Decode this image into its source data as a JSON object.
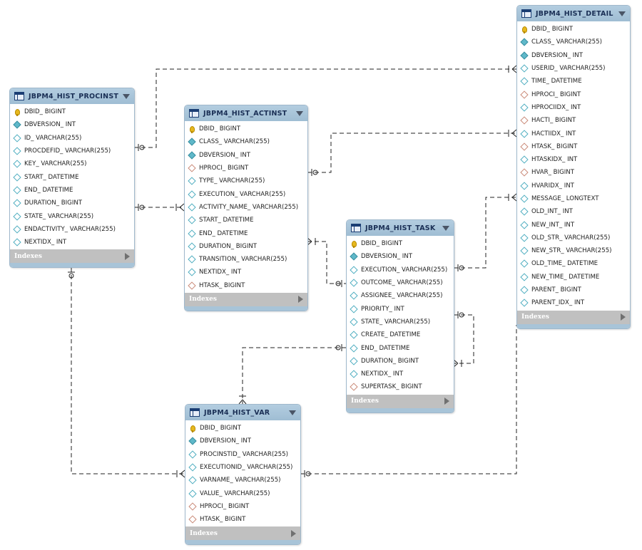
{
  "tables": {
    "procinst": {
      "name": "JBPM4_HIST_PROCINST",
      "indexes_label": "Indexes",
      "columns": [
        {
          "text": "DBID_ BIGINT",
          "icon": "primary-key-icon"
        },
        {
          "text": "DBVERSION_ INT",
          "icon": "not-null-column-icon"
        },
        {
          "text": "ID_ VARCHAR(255)",
          "icon": "nullable-column-icon"
        },
        {
          "text": "PROCDEFID_ VARCHAR(255)",
          "icon": "nullable-column-icon"
        },
        {
          "text": "KEY_ VARCHAR(255)",
          "icon": "nullable-column-icon"
        },
        {
          "text": "START_ DATETIME",
          "icon": "nullable-column-icon"
        },
        {
          "text": "END_ DATETIME",
          "icon": "nullable-column-icon"
        },
        {
          "text": "DURATION_ BIGINT",
          "icon": "nullable-column-icon"
        },
        {
          "text": "STATE_ VARCHAR(255)",
          "icon": "nullable-column-icon"
        },
        {
          "text": "ENDACTIVITY_ VARCHAR(255)",
          "icon": "nullable-column-icon"
        },
        {
          "text": "NEXTIDX_ INT",
          "icon": "nullable-column-icon"
        }
      ]
    },
    "actinst": {
      "name": "JBPM4_HIST_ACTINST",
      "indexes_label": "Indexes",
      "columns": [
        {
          "text": "DBID_ BIGINT",
          "icon": "primary-key-icon"
        },
        {
          "text": "CLASS_ VARCHAR(255)",
          "icon": "not-null-column-icon"
        },
        {
          "text": "DBVERSION_ INT",
          "icon": "not-null-column-icon"
        },
        {
          "text": "HPROCI_ BIGINT",
          "icon": "foreign-key-column-icon"
        },
        {
          "text": "TYPE_ VARCHAR(255)",
          "icon": "nullable-column-icon"
        },
        {
          "text": "EXECUTION_ VARCHAR(255)",
          "icon": "nullable-column-icon"
        },
        {
          "text": "ACTIVITY_NAME_ VARCHAR(255)",
          "icon": "nullable-column-icon"
        },
        {
          "text": "START_ DATETIME",
          "icon": "nullable-column-icon"
        },
        {
          "text": "END_ DATETIME",
          "icon": "nullable-column-icon"
        },
        {
          "text": "DURATION_ BIGINT",
          "icon": "nullable-column-icon"
        },
        {
          "text": "TRANSITION_ VARCHAR(255)",
          "icon": "nullable-column-icon"
        },
        {
          "text": "NEXTIDX_ INT",
          "icon": "nullable-column-icon"
        },
        {
          "text": "HTASK_ BIGINT",
          "icon": "foreign-key-column-icon"
        }
      ]
    },
    "task": {
      "name": "JBPM4_HIST_TASK",
      "indexes_label": "Indexes",
      "columns": [
        {
          "text": "DBID_ BIGINT",
          "icon": "primary-key-icon"
        },
        {
          "text": "DBVERSION_ INT",
          "icon": "not-null-column-icon"
        },
        {
          "text": "EXECUTION_ VARCHAR(255)",
          "icon": "nullable-column-icon"
        },
        {
          "text": "OUTCOME_ VARCHAR(255)",
          "icon": "nullable-column-icon"
        },
        {
          "text": "ASSIGNEE_ VARCHAR(255)",
          "icon": "nullable-column-icon"
        },
        {
          "text": "PRIORITY_ INT",
          "icon": "nullable-column-icon"
        },
        {
          "text": "STATE_ VARCHAR(255)",
          "icon": "nullable-column-icon"
        },
        {
          "text": "CREATE_ DATETIME",
          "icon": "nullable-column-icon"
        },
        {
          "text": "END_ DATETIME",
          "icon": "nullable-column-icon"
        },
        {
          "text": "DURATION_ BIGINT",
          "icon": "nullable-column-icon"
        },
        {
          "text": "NEXTIDX_ INT",
          "icon": "nullable-column-icon"
        },
        {
          "text": "SUPERTASK_ BIGINT",
          "icon": "foreign-key-column-icon"
        }
      ]
    },
    "var": {
      "name": "JBPM4_HIST_VAR",
      "indexes_label": "Indexes",
      "columns": [
        {
          "text": "DBID_ BIGINT",
          "icon": "primary-key-icon"
        },
        {
          "text": "DBVERSION_ INT",
          "icon": "not-null-column-icon"
        },
        {
          "text": "PROCINSTID_ VARCHAR(255)",
          "icon": "nullable-column-icon"
        },
        {
          "text": "EXECUTIONID_ VARCHAR(255)",
          "icon": "nullable-column-icon"
        },
        {
          "text": "VARNAME_ VARCHAR(255)",
          "icon": "nullable-column-icon"
        },
        {
          "text": "VALUE_ VARCHAR(255)",
          "icon": "nullable-column-icon"
        },
        {
          "text": "HPROCI_ BIGINT",
          "icon": "foreign-key-column-icon"
        },
        {
          "text": "HTASK_ BIGINT",
          "icon": "foreign-key-column-icon"
        }
      ]
    },
    "detail": {
      "name": "JBPM4_HIST_DETAIL",
      "indexes_label": "Indexes",
      "columns": [
        {
          "text": "DBID_ BIGINT",
          "icon": "primary-key-icon"
        },
        {
          "text": "CLASS_ VARCHAR(255)",
          "icon": "not-null-column-icon"
        },
        {
          "text": "DBVERSION_ INT",
          "icon": "not-null-column-icon"
        },
        {
          "text": "USERID_ VARCHAR(255)",
          "icon": "nullable-column-icon"
        },
        {
          "text": "TIME_ DATETIME",
          "icon": "nullable-column-icon"
        },
        {
          "text": "HPROCI_ BIGINT",
          "icon": "foreign-key-column-icon"
        },
        {
          "text": "HPROCIIDX_ INT",
          "icon": "nullable-column-icon"
        },
        {
          "text": "HACTI_ BIGINT",
          "icon": "foreign-key-column-icon"
        },
        {
          "text": "HACTIIDX_ INT",
          "icon": "nullable-column-icon"
        },
        {
          "text": "HTASK_ BIGINT",
          "icon": "foreign-key-column-icon"
        },
        {
          "text": "HTASKIDX_ INT",
          "icon": "nullable-column-icon"
        },
        {
          "text": "HVAR_ BIGINT",
          "icon": "foreign-key-column-icon"
        },
        {
          "text": "HVARIDX_ INT",
          "icon": "nullable-column-icon"
        },
        {
          "text": "MESSAGE_ LONGTEXT",
          "icon": "nullable-column-icon"
        },
        {
          "text": "OLD_INT_ INT",
          "icon": "nullable-column-icon"
        },
        {
          "text": "NEW_INT_ INT",
          "icon": "nullable-column-icon"
        },
        {
          "text": "OLD_STR_ VARCHAR(255)",
          "icon": "nullable-column-icon"
        },
        {
          "text": "NEW_STR_ VARCHAR(255)",
          "icon": "nullable-column-icon"
        },
        {
          "text": "OLD_TIME_ DATETIME",
          "icon": "nullable-column-icon"
        },
        {
          "text": "NEW_TIME_ DATETIME",
          "icon": "nullable-column-icon"
        },
        {
          "text": "PARENT_ BIGINT",
          "icon": "nullable-column-icon"
        },
        {
          "text": "PARENT_IDX_ INT",
          "icon": "nullable-column-icon"
        }
      ]
    }
  },
  "relationships": [
    {
      "from": "JBPM4_HIST_PROCINST",
      "to": "JBPM4_HIST_DETAIL",
      "one_end": "zero-or-one",
      "many_end": "one-or-many"
    },
    {
      "from": "JBPM4_HIST_PROCINST",
      "to": "JBPM4_HIST_ACTINST",
      "one_end": "zero-or-one",
      "many_end": "one-or-many"
    },
    {
      "from": "JBPM4_HIST_ACTINST",
      "to": "JBPM4_HIST_DETAIL",
      "one_end": "zero-or-one",
      "many_end": "one-or-many"
    },
    {
      "from": "JBPM4_HIST_TASK",
      "to": "JBPM4_HIST_ACTINST",
      "one_end": "zero-or-one",
      "many_end": "one-or-many"
    },
    {
      "from": "JBPM4_HIST_TASK",
      "to": "JBPM4_HIST_DETAIL",
      "one_end": "zero-or-one",
      "many_end": "one-or-many"
    },
    {
      "from": "JBPM4_HIST_TASK",
      "to": "JBPM4_HIST_TASK",
      "one_end": "zero-or-one",
      "many_end": "one-or-many"
    },
    {
      "from": "JBPM4_HIST_TASK",
      "to": "JBPM4_HIST_VAR",
      "one_end": "zero-or-one",
      "many_end": "one-or-many"
    },
    {
      "from": "JBPM4_HIST_PROCINST",
      "to": "JBPM4_HIST_VAR",
      "one_end": "zero-or-one",
      "many_end": "one-or-many"
    },
    {
      "from": "JBPM4_HIST_VAR",
      "to": "JBPM4_HIST_DETAIL",
      "one_end": "zero-or-one",
      "many_end": "one-or-many"
    }
  ]
}
